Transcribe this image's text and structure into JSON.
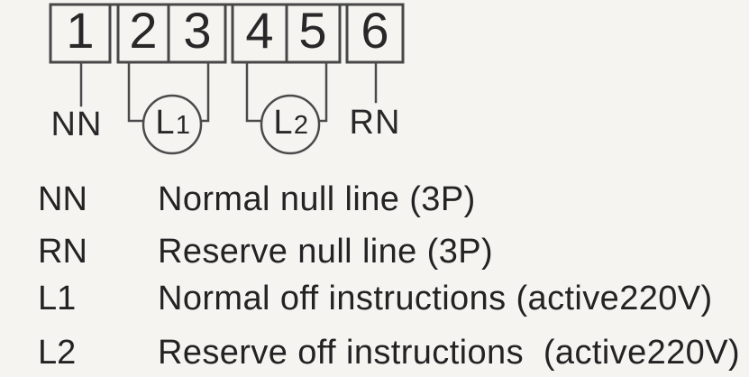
{
  "colors": {
    "background": "#f5f4f1",
    "line": "#474747",
    "text": "#282828"
  },
  "diagram": {
    "terminals": [
      "1",
      "2",
      "3",
      "4",
      "5",
      "6"
    ],
    "left_null_label": "NN",
    "right_null_label": "RN",
    "lamps": [
      {
        "label": "L1",
        "letter": "L",
        "digit": "1"
      },
      {
        "label": "L2",
        "letter": "L",
        "digit": "2"
      }
    ]
  },
  "legend": {
    "rows": [
      {
        "key": "NN",
        "description": "Normal null line (3P)"
      },
      {
        "key": "RN",
        "description": "Reserve null line (3P)"
      },
      {
        "key": "L1",
        "description": "Normal off instructions (active220V)"
      },
      {
        "key": "L2",
        "description": "Reserve off instructions  (active220V)"
      }
    ]
  }
}
